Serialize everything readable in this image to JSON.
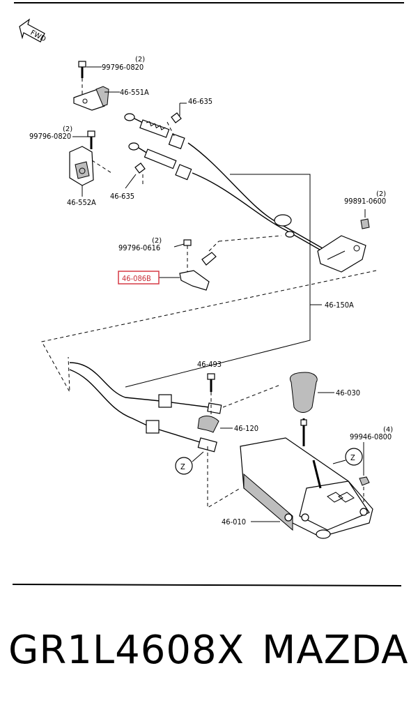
{
  "diagram": {
    "fwd_label": "FWD",
    "callouts": [
      {
        "id": "c1",
        "label": "99796-0820",
        "qty": "(2)"
      },
      {
        "id": "c2",
        "label": "46-551A",
        "qty": ""
      },
      {
        "id": "c3",
        "label": "46-635",
        "qty": ""
      },
      {
        "id": "c4",
        "label": "99796-0820",
        "qty": "(2)"
      },
      {
        "id": "c5",
        "label": "46-552A",
        "qty": ""
      },
      {
        "id": "c6",
        "label": "46-635",
        "qty": ""
      },
      {
        "id": "c7",
        "label": "99891-0600",
        "qty": "(2)"
      },
      {
        "id": "c8",
        "label": "99796-0616",
        "qty": "(2)"
      },
      {
        "id": "c9",
        "label": "46-086B",
        "qty": "",
        "highlight": true
      },
      {
        "id": "c10",
        "label": "46-150A",
        "qty": ""
      },
      {
        "id": "c11",
        "label": "46-493",
        "qty": ""
      },
      {
        "id": "c12",
        "label": "46-030",
        "qty": ""
      },
      {
        "id": "c13",
        "label": "46-120",
        "qty": ""
      },
      {
        "id": "c14",
        "label": "99946-0800",
        "qty": "(4)"
      },
      {
        "id": "c15",
        "label": "46-010",
        "qty": ""
      }
    ],
    "z_markers": [
      "Z",
      "Z"
    ],
    "highlight_color": "#d63a45"
  },
  "footer": {
    "part_number": "GR1L4608X",
    "brand": "MAZDA"
  }
}
